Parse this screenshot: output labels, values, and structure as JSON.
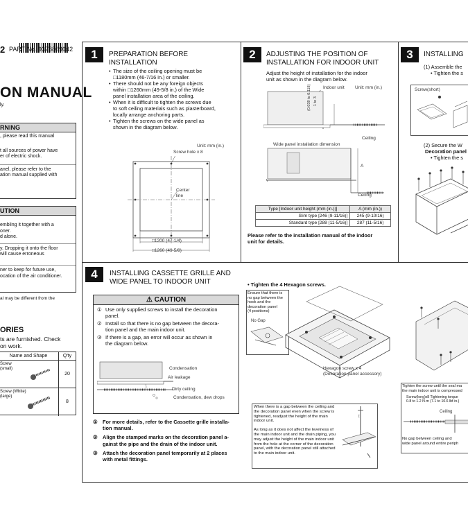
{
  "header": {
    "part_label": "PART No. 9378869042",
    "manual_title": "ON MANUAL",
    "manual_sub": "ly."
  },
  "warning": {
    "title": "RNING",
    "p1": ", please read this manual",
    "p2a": "t all sources of power have",
    "p2b": "er of electric shock.",
    "p3a": "anel, please refer to the",
    "p3b": "ation manual supplied with"
  },
  "caution_left": {
    "title": "UTION",
    "p1a": "embling it together with a",
    "p1b": "oner.",
    "p1c": "d alone.",
    "p2a": "y. Dropping it onto the floor",
    "p2b": "will cause erroneous",
    "p3a": "ner to keep for future use,",
    "p3b": "ocation of the air conditioner.",
    "note": "al may be different from the"
  },
  "accessories": {
    "title": "ORIES",
    "line1": "ts are furnished. Check",
    "line2": "on work.",
    "col_name": "Name and Shape",
    "col_qty": "Q'ty",
    "rows": [
      {
        "name": "Screw (small)",
        "qty": "20"
      },
      {
        "name": "Screw (White) (large)",
        "qty": "8"
      }
    ]
  },
  "s1": {
    "num": "1",
    "title1": "PREPARATION BEFORE",
    "title2": "INSTALLATION",
    "b1a": "The size of the ceiling opening must be",
    "b1b": "□1180mm (46-7/16 in.) or smaller.",
    "b2a": "There should not be any foreign objects",
    "b2b": "within □1260mm (49-5/8 in.) of the Wide",
    "b2c": "panel installation area of the ceiling.",
    "b3a": "When it is difficult to tighten the screws due",
    "b3b": "to soft ceiling materials such as plasterboard,",
    "b3c": "locally arrange anchoring parts.",
    "b4a": "Tighten the screws on the wide panel as",
    "b4b": "shown in the diagram below.",
    "unit": "Unit: mm (in.)",
    "screw_hole": "Screw hole x 8",
    "center_line1": "Center",
    "center_line2": "line",
    "dim1": "□1200 (47-1/4)",
    "dim2": "□1260 (49-5/8)"
  },
  "s2": {
    "num": "2",
    "title1": "ADJUSTING THE POSITION OF",
    "title2": "INSTALLATION FOR INDOOR UNIT",
    "intro1": "Adjust the height of installation for the indoor",
    "intro2": "unit as shown in the diagram below.",
    "indoor_unit": "Indoor unit",
    "unit": "Unit: mm (in.)",
    "vdim": "(0.039 to 0.118)",
    "vdim2": "1 to 3",
    "ceiling": "Ceiling",
    "wide_dim": "Wide panel installation dimension",
    "a_label": "A",
    "ceiling2": "Ceiling",
    "tbl_h1": "Type [Indoor unit height (mm (in.))]",
    "tbl_h2": "A (mm (in.))",
    "rows": [
      {
        "type": "Slim type [246 (9-11/16)]",
        "a": "245 (9-10/16)"
      },
      {
        "type": "Standard type [288 (11-5/16)]",
        "a": "287 (11-5/16)"
      }
    ],
    "ref1": "Please refer to the installation manual of the indoor",
    "ref2": "unit for details."
  },
  "s3": {
    "num": "3",
    "title": "INSTALLING",
    "step1a": "(1) Assemble the",
    "step1b": "• Tighten the s",
    "screw_short": "Screw(short)",
    "step2a": "(2) Secure the W",
    "step2b": "Decoration panel",
    "step2c": "• Tighten the s"
  },
  "s4": {
    "num": "4",
    "title1": "INSTALLING CASSETTE GRILLE AND",
    "title2": "WIDE PANEL TO INDOOR UNIT",
    "caution_title": "⚠ CAUTION",
    "c1a": "Use only supplied screws to install the decoration",
    "c1b": "panel.",
    "c2a": "Install so that there is no gap between the decora-",
    "c2b": "tion panel and the main indoor unit.",
    "c3a": "If there is a gap, an error will occur as shown in",
    "c3b": "the diagram below.",
    "condensation": "Condensation",
    "air_leakage": "Air leakage",
    "dirty_ceiling": "Dirty ceiling",
    "cond_drops": "Condensation, dew drops",
    "n1a": "For more details, refer to the Cassette grille installa-",
    "n1b": "tion manual.",
    "n2a": "Align the stamped marks on the decoration panel a-",
    "n2b": "gainst the pipe and the drain of the indoor unit.",
    "n3a": "Attach the decoration panel temporarily at 2 places",
    "n3b": "with metal fittings.",
    "hex_title": "• Tighten the 4 Hexagon screws.",
    "ensure1": "Ensure that there is",
    "ensure2": "no gap between the",
    "ensure3": "hook and the",
    "ensure4": "decoration panel",
    "ensure5": "(4 positions)",
    "no_gap": "No Gap",
    "hex_screw1": "Hexagon screw x 4",
    "hex_screw2": "(Decoration panel accessory)",
    "gap_note1": "When there is a gap between the ceiling and",
    "gap_note2": "the decoration panel even when the screw is",
    "gap_note3": "tightened, readjust the height of the main",
    "gap_note4": "indoor unit.",
    "gap_note5": "As long as it does not affect the levelness of",
    "gap_note6": "the main indoor unit and the drain piping, you",
    "gap_note7": "may adjust the height of the main indoor unit",
    "gap_note8": "from the hole at the corner of the decoration",
    "gap_note9": "panel, with the decoration panel still attached",
    "gap_note10": "to the main indoor unit.",
    "torque1": "Tighten the screw until the seal ma",
    "torque2": "the main indoor unit is compressed",
    "torque3": "Screw(long)x8 Tightening torque",
    "torque4": "0.8 to 1.2 N·m (7.1 to 10.6 lbf·in.)",
    "ceiling": "Ceiling",
    "nogap1": "No gap between ceiling and",
    "nogap2": "wide panel around entire periph"
  },
  "colors": {
    "header_gray": "#d9d9d9",
    "ink": "#111111",
    "line": "#333333"
  }
}
